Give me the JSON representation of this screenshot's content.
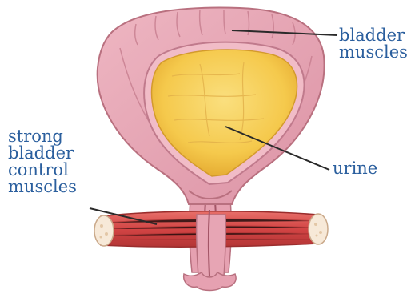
{
  "diagram": {
    "labels": {
      "bladder_muscles": [
        "bladder",
        "muscles"
      ],
      "urine": "urine",
      "control_muscles": [
        "strong",
        "bladder",
        "control",
        "muscles"
      ]
    },
    "colors": {
      "label_text": "#2b5f9e",
      "bladder_wall": "#e7a4b3",
      "bladder_wall_dark": "#c97c90",
      "urine": "#f6cf55",
      "urine_dark": "#e4ac2f",
      "muscle": "#d64a4a",
      "muscle_dark": "#a8302f",
      "pointer_line": "#2a2a2a"
    }
  }
}
